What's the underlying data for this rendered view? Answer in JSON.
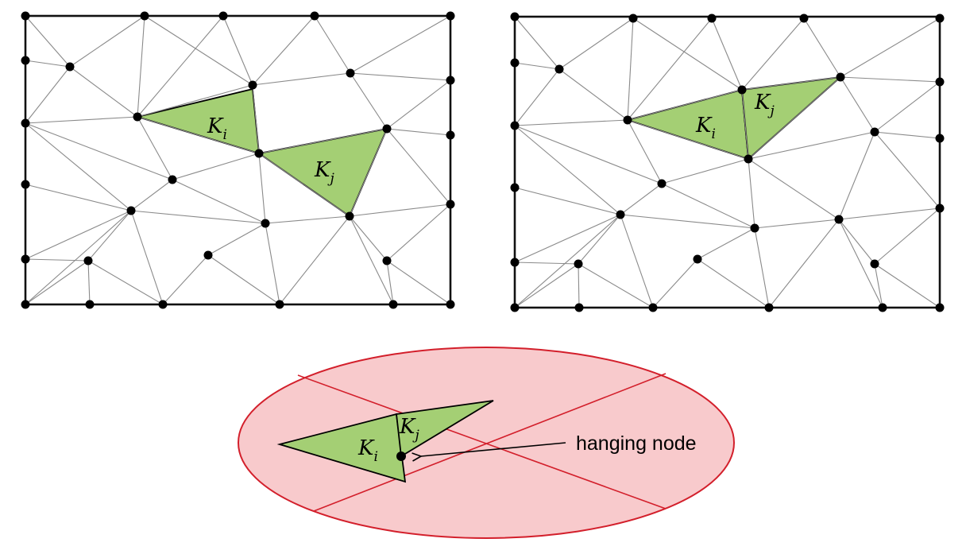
{
  "colors": {
    "element_fill": "#a4cf74",
    "ellipse_fill": "#f8cacc",
    "ellipse_stroke": "#d31f2b",
    "edge_color": "#8a8a8a",
    "node_color": "#000000"
  },
  "labels": {
    "element_i": {
      "base": "K",
      "sub": "i"
    },
    "element_j": {
      "base": "K",
      "sub": "j"
    },
    "annotation": "hanging node"
  },
  "panels": {
    "before": {
      "name": "mesh-before-refinement"
    },
    "after": {
      "name": "mesh-after-refinement"
    },
    "zoom": {
      "name": "hanging-node-zoom"
    }
  }
}
